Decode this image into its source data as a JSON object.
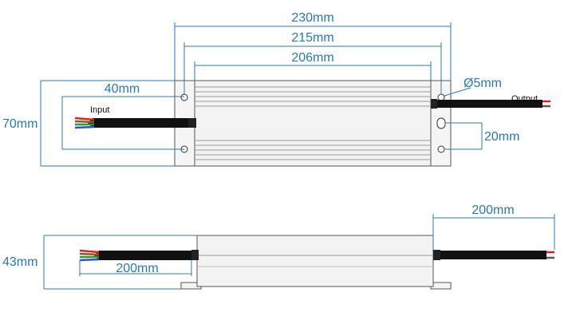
{
  "top_view": {
    "dim_overall": "230mm",
    "dim_mount_holes": "215mm",
    "dim_body": "206mm",
    "dim_flange": "40mm",
    "dim_height": "70mm",
    "dim_hole_diameter": "Ø5mm",
    "dim_slot": "20mm",
    "label_input": "Input",
    "label_output": "Output"
  },
  "side_view": {
    "dim_height": "43mm",
    "dim_input_cable": "200mm",
    "dim_output_cable": "200mm"
  },
  "colors": {
    "dimension": "#2c7aa8",
    "body": "#f3f3f3",
    "cable": "#111111",
    "wire_red": "#e02020",
    "wire_green": "#2a9a2a",
    "wire_blue": "#3050d0",
    "wire_brown": "#8a5a2b"
  }
}
